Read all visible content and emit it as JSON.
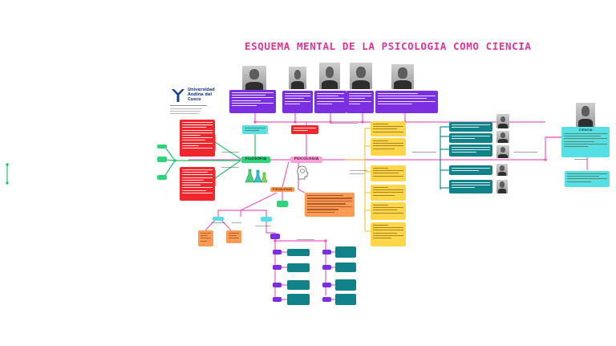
{
  "title": "ESQUEMA MENTAL DE LA PSICOLOGIA COMO CIENCIA",
  "logo": {
    "university": "Universidad Andina del Cusco",
    "icon": "andina-logo-icon"
  },
  "nodes": {
    "filosofia": "FILOSOFIA",
    "psicologia": "PSICOLOGIA",
    "fisiologia": "FISIOLOGIA",
    "ciencia": "CIENCIA"
  },
  "portraits": [
    "portrait-1",
    "portrait-2",
    "portrait-3",
    "portrait-4",
    "portrait-5",
    "portrait-6",
    "portrait-7",
    "portrait-8",
    "portrait-9",
    "portrait-10",
    "portrait-11"
  ],
  "colors": {
    "title": "#e0339a",
    "connector_pink": "#ee5bc6",
    "connector_yellow": "#f2c94c",
    "connector_green": "#22c46b",
    "connector_teal": "#1a8f96",
    "purple_box": "#7b2fe0",
    "red_box": "#f0282d",
    "yellow_box": "#ffd54a",
    "teal_box": "#11828a",
    "cyan_box": "#56e0e6",
    "green_box": "#2ed37a",
    "orange_box": "#ff9a55"
  }
}
